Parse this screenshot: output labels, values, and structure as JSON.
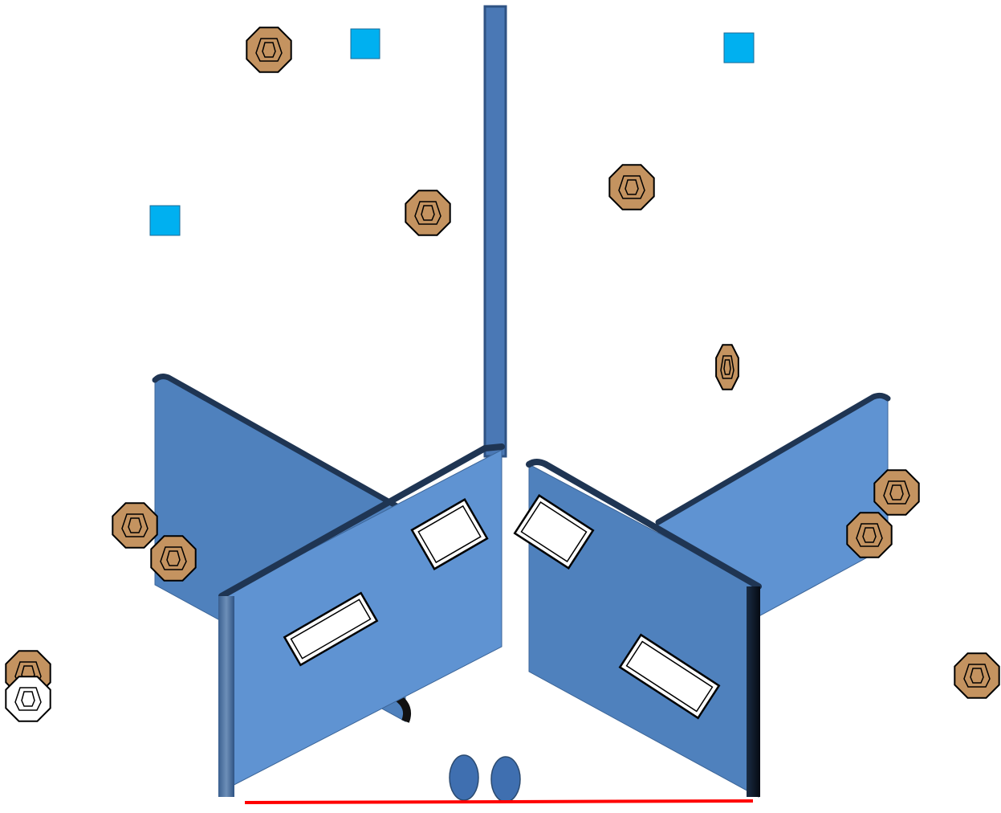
{
  "colors": {
    "background": "#ffffff",
    "wall_light": "#5f93d2",
    "wall_dark": "#4f81bd",
    "wall_edge": "#2b4a70",
    "pole": "#4a78b5",
    "no_shoot_box": "#00b0f0",
    "target_cardboard": "#c49360",
    "target_white": "#ffffff",
    "fault_line": "#ff0000",
    "start_marker": "#3f6fb0"
  },
  "legend": {
    "target": "octagon-target-icon",
    "no_shoot_square": "square-marker-icon",
    "port": "rectangular-port-icon"
  },
  "counts": {
    "cardboard_targets": 11,
    "no_shoot_targets": 1,
    "blue_squares": 3,
    "wall_ports": 4
  }
}
